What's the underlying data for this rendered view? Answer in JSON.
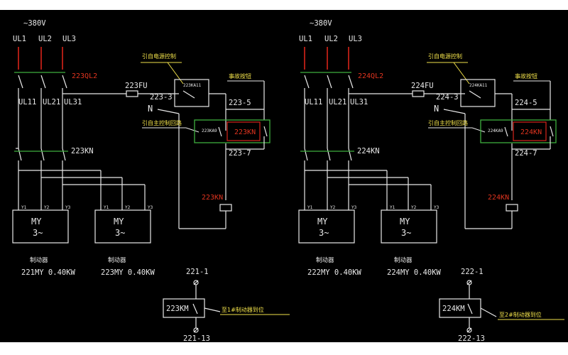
{
  "colors": {
    "background": "#000000",
    "wire": "#e8e8e8",
    "red_label": "#e0341f",
    "yellow_label": "#f0e04a",
    "highlight": "#3fae3f"
  },
  "panels": [
    {
      "voltage": "~380V",
      "phases": [
        "UL1",
        "UL2",
        "UL3"
      ],
      "breaker": "223QL2",
      "fuse": "223FU",
      "line_phases": [
        "UL11",
        "UL21",
        "UL31"
      ],
      "contactor": "223KN",
      "relay_note": "引自电源控制",
      "relay": "223KA11",
      "wire_a": "223-3",
      "wire_b": "223-5",
      "wire_c": "223-7",
      "neutral": "N",
      "aux_label": "事故按钮",
      "remote_note": "引自主控制回路",
      "contact_left": "223KA9",
      "contact_right": "223KN",
      "coil": "223KN",
      "terminals": [
        "Y1",
        "Y2",
        "Y3"
      ],
      "motors": [
        {
          "line1": "MY",
          "line2": "3~",
          "caption": "制动器",
          "rating": "221MY 0.40KW"
        },
        {
          "line1": "MY",
          "line2": "3~",
          "caption": "制动器",
          "rating": "223MY 0.40KW"
        }
      ],
      "aux_top": "221-1",
      "aux_contact": "223KM",
      "aux_bottom": "221-13",
      "aux_note": "至1#制动器到位"
    },
    {
      "voltage": "~380V",
      "phases": [
        "UL1",
        "UL2",
        "UL3"
      ],
      "breaker": "224QL2",
      "fuse": "224FU",
      "line_phases": [
        "UL11",
        "UL21",
        "UL31"
      ],
      "contactor": "224KN",
      "relay_note": "引自电源控制",
      "relay": "224KA11",
      "wire_a": "224-3",
      "wire_b": "224-5",
      "wire_c": "224-7",
      "neutral": "N",
      "aux_label": "事故按钮",
      "remote_note": "引自主控制回路",
      "contact_left": "224KA9",
      "contact_right": "224KN",
      "coil": "224KN",
      "terminals": [
        "Y1",
        "Y2",
        "Y3"
      ],
      "motors": [
        {
          "line1": "MY",
          "line2": "3~",
          "caption": "制动器",
          "rating": "222MY 0.40KW"
        },
        {
          "line1": "MY",
          "line2": "3~",
          "caption": "制动器",
          "rating": "224MY 0.40KW"
        }
      ],
      "aux_top": "222-1",
      "aux_contact": "224KM",
      "aux_bottom": "222-13",
      "aux_note": "至2#制动器到位"
    }
  ]
}
